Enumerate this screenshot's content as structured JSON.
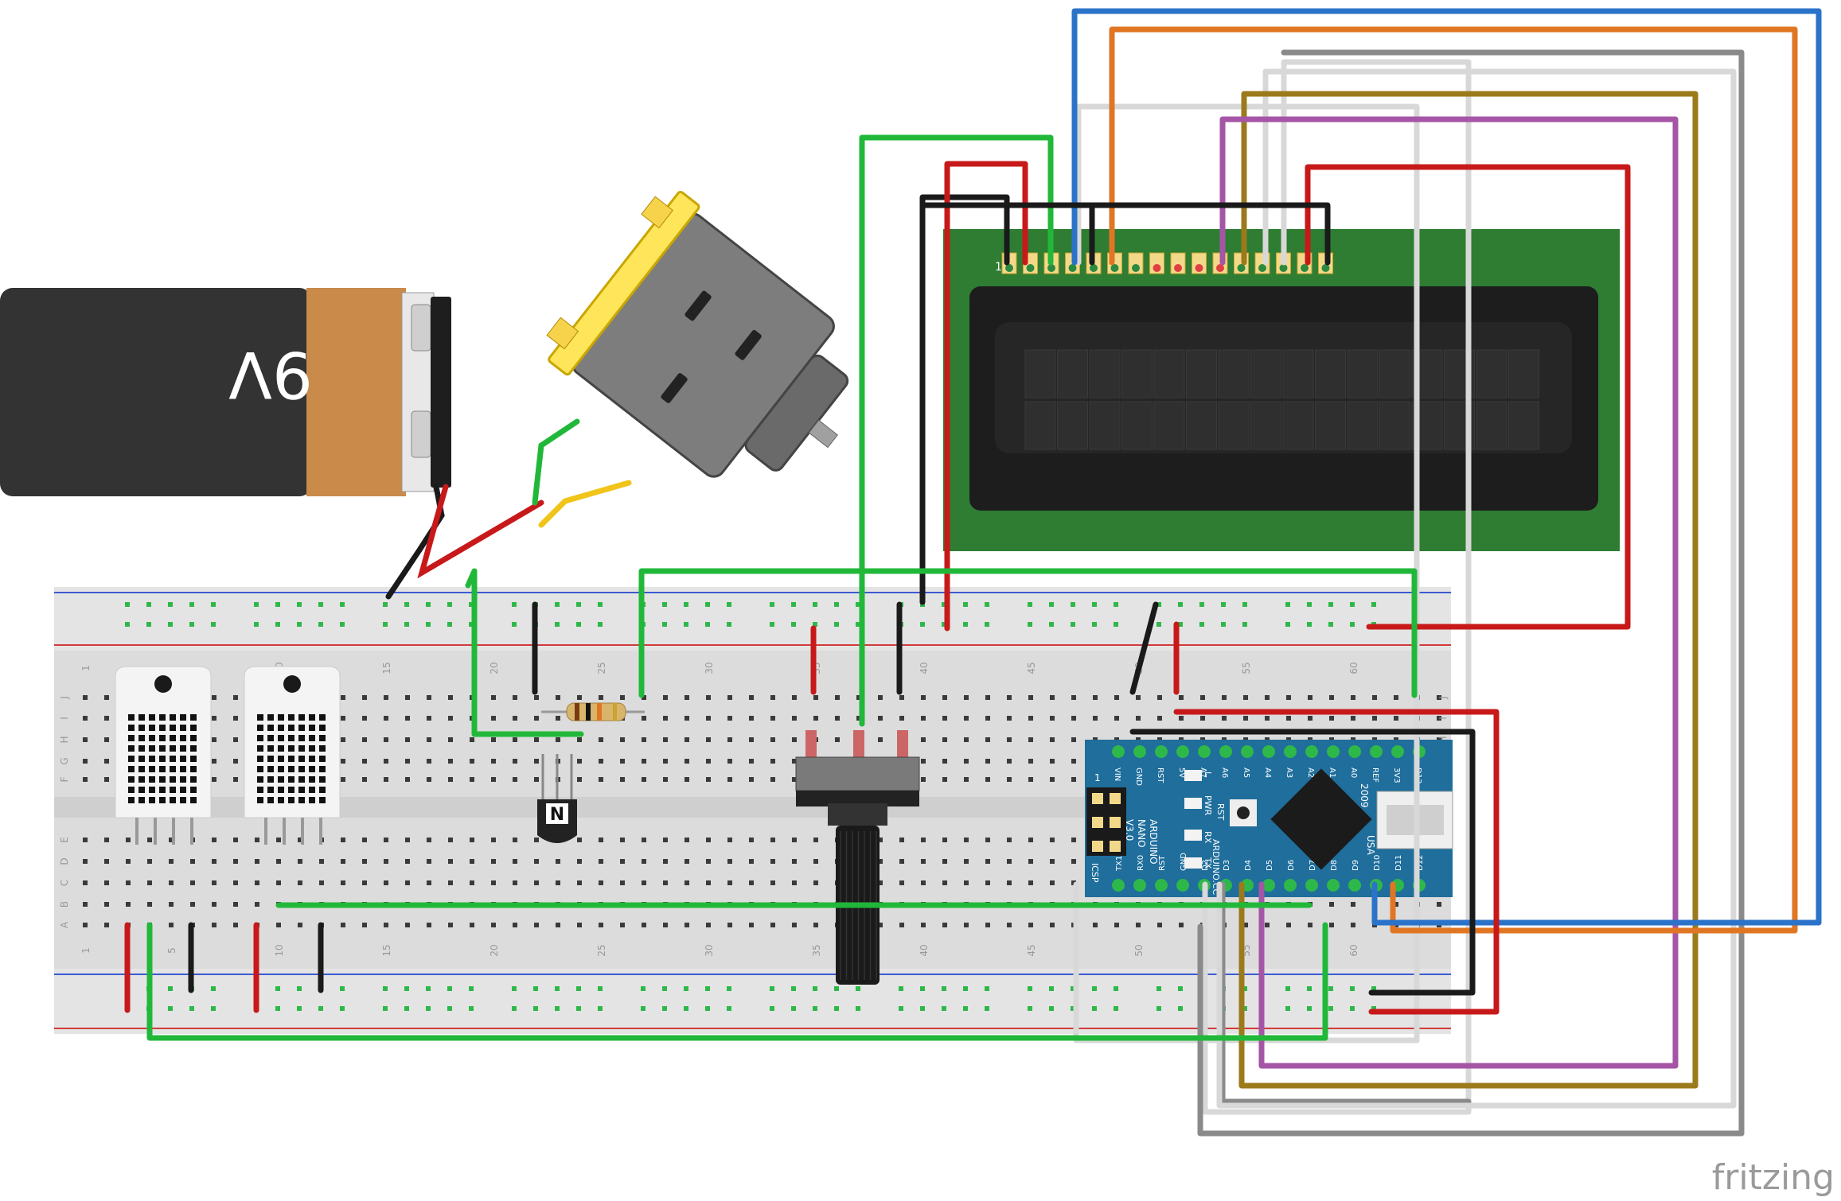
{
  "battery": {
    "label": "9V",
    "colors": {
      "body": "#333333",
      "band": "#c98a4a",
      "terminal": "#dddddd"
    }
  },
  "breadboard": {
    "rows_top": [
      "J",
      "I",
      "H",
      "G",
      "F"
    ],
    "rows_bottom": [
      "E",
      "D",
      "C",
      "B",
      "A"
    ],
    "column_numbers_top": [
      "1",
      "5",
      "10",
      "15",
      "20",
      "25",
      "30",
      "35",
      "40",
      "45",
      "50",
      "55",
      "60"
    ],
    "column_numbers_bottom": [
      "1",
      "5",
      "10",
      "15",
      "20",
      "25",
      "30",
      "35",
      "40",
      "45",
      "50",
      "55",
      "60"
    ],
    "colors": {
      "body": "#d9d9d9",
      "rail_red": "#d23b3b",
      "rail_blue": "#3b5bd2",
      "hole": "#333333",
      "hole_active": "#2fb84a"
    }
  },
  "lcd": {
    "pin1_label": "1",
    "colors": {
      "pcb": "#2e7d32",
      "bezel": "#1d1d1d",
      "screen": "#2a2a2a",
      "cell": "#333333"
    }
  },
  "transistor": {
    "label": "N"
  },
  "arduino": {
    "top_pins": [
      "D12",
      "D11",
      "D10",
      "D9",
      "D8",
      "D7",
      "D6",
      "D5",
      "D4",
      "D3",
      "D2",
      "GND",
      "RST",
      "RX0",
      "TX1"
    ],
    "bottom_pins": [
      "D13",
      "3V3",
      "REF",
      "A0",
      "A1",
      "A2",
      "A3",
      "A4",
      "A5",
      "A6",
      "A7",
      "5V",
      "RST",
      "GND",
      "VIN"
    ],
    "silk": {
      "brand": "ARDUINO",
      "model": "NANO",
      "version": "V3.0",
      "site": "ARDUINO.CC",
      "year": "2009",
      "origin": "USA",
      "icsp": "ICSP",
      "rst": "RST",
      "pwr": "PWR",
      "led": "L",
      "tx": "TX",
      "rx": "RX",
      "pin1": "1"
    },
    "colors": {
      "pcb": "#1f6e9c",
      "chip": "#1b1b1b",
      "pad": "#f2d98a"
    }
  },
  "watermark": {
    "text": "fritzing"
  },
  "wire_colors": {
    "green": "#21b83a",
    "red": "#c8191a",
    "black": "#1a1a1a",
    "blue": "#2b73c9",
    "orange": "#e07624",
    "gray": "#8a8a8a",
    "white": "#d8d8d8",
    "brown": "#9b7a1c",
    "purple": "#a555a6",
    "yellow": "#f0c419"
  }
}
